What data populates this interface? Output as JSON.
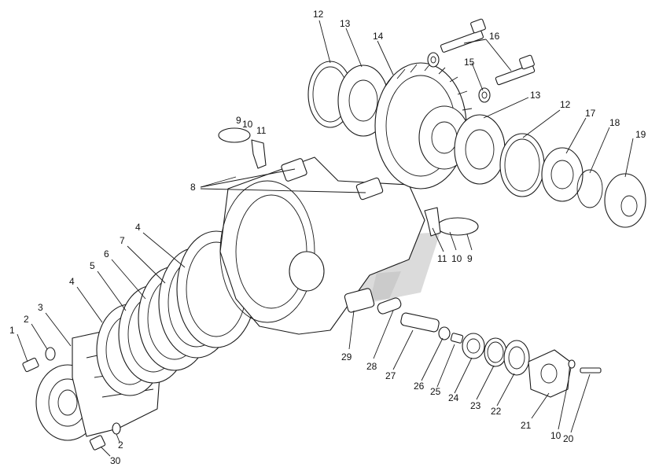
{
  "diagram": {
    "kind": "exploded-assembly",
    "callouts": [
      {
        "id": "c1",
        "text": "1"
      },
      {
        "id": "c2a",
        "text": "2"
      },
      {
        "id": "c3",
        "text": "3"
      },
      {
        "id": "c4a",
        "text": "4"
      },
      {
        "id": "c5",
        "text": "5"
      },
      {
        "id": "c6",
        "text": "6"
      },
      {
        "id": "c7",
        "text": "7"
      },
      {
        "id": "c4b",
        "text": "4"
      },
      {
        "id": "c8",
        "text": "8"
      },
      {
        "id": "c9a",
        "text": "9"
      },
      {
        "id": "c10a",
        "text": "10"
      },
      {
        "id": "c11a",
        "text": "11"
      },
      {
        "id": "c12a",
        "text": "12"
      },
      {
        "id": "c13a",
        "text": "13"
      },
      {
        "id": "c14",
        "text": "14"
      },
      {
        "id": "c15",
        "text": "15"
      },
      {
        "id": "c16",
        "text": "16"
      },
      {
        "id": "c13b",
        "text": "13"
      },
      {
        "id": "c12b",
        "text": "12"
      },
      {
        "id": "c17",
        "text": "17"
      },
      {
        "id": "c18",
        "text": "18"
      },
      {
        "id": "c19",
        "text": "19"
      },
      {
        "id": "c11b",
        "text": "11"
      },
      {
        "id": "c10b",
        "text": "10"
      },
      {
        "id": "c9b",
        "text": "9"
      },
      {
        "id": "c29",
        "text": "29"
      },
      {
        "id": "c28",
        "text": "28"
      },
      {
        "id": "c27",
        "text": "27"
      },
      {
        "id": "c26",
        "text": "26"
      },
      {
        "id": "c25",
        "text": "25"
      },
      {
        "id": "c24",
        "text": "24"
      },
      {
        "id": "c23",
        "text": "23"
      },
      {
        "id": "c22",
        "text": "22"
      },
      {
        "id": "c21",
        "text": "21"
      },
      {
        "id": "c10c",
        "text": "10"
      },
      {
        "id": "c20",
        "text": "20"
      },
      {
        "id": "c2b",
        "text": "2"
      },
      {
        "id": "c30",
        "text": "30"
      }
    ]
  },
  "colors": {
    "line": "#1a1a1a",
    "watermark": "#bdbdbd",
    "background": "#ffffff"
  }
}
